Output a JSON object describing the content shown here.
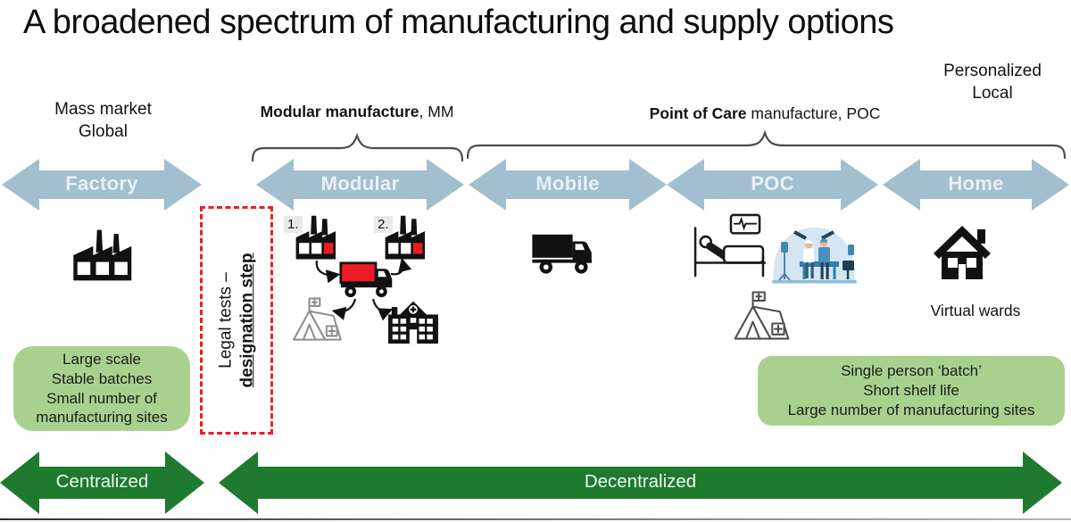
{
  "title": "A broadened spectrum of manufacturing and supply options",
  "side_labels": {
    "left": {
      "line1": "Mass market",
      "line2": "Global"
    },
    "right": {
      "line1": "Personalized",
      "line2": "Local"
    }
  },
  "group_labels": {
    "mm": {
      "bold": "Modular manufacture",
      "rest": ", MM"
    },
    "poc": {
      "bold": "Point of Care",
      "rest": " manufacture, POC"
    }
  },
  "spectrum_arrows": [
    {
      "label": "Factory"
    },
    {
      "label": "Modular"
    },
    {
      "label": "Mobile"
    },
    {
      "label": "POC"
    },
    {
      "label": "Home"
    }
  ],
  "legal_box": {
    "line1": "Legal tests –",
    "line2": "designation step"
  },
  "modular_flow": {
    "site1_label": "1.",
    "site2_label": "2."
  },
  "captions": {
    "home": "Virtual wards"
  },
  "info_boxes": {
    "left": {
      "lines": [
        "Large scale",
        "Stable batches",
        "Small number of manufacturing sites"
      ]
    },
    "right": {
      "lines": [
        "Single person ‘batch’",
        "Short shelf life",
        "Large number of manufacturing sites"
      ]
    }
  },
  "bottom_arrows": {
    "left": "Centralized",
    "right": "Decentralized"
  },
  "colors": {
    "spectrum_arrow_blue": "#a1bfcf",
    "spectrum_arrow_label": "#e9eff3",
    "green_arrow": "#1d7a2e",
    "info_box_green": "#a9d18e",
    "accent_red": "#ed1c24",
    "brace_gray": "#4a4a4a"
  },
  "icons": {
    "factory": "factory-icon",
    "modular_factory": "factory-module-icon",
    "delivery_truck": "truck-icon",
    "field_tent": "medical-tent-icon",
    "hospital": "hospital-icon",
    "hospital_bed": "hospital-bed-icon",
    "operating_room": "operating-room-illustration",
    "home": "house-icon"
  }
}
